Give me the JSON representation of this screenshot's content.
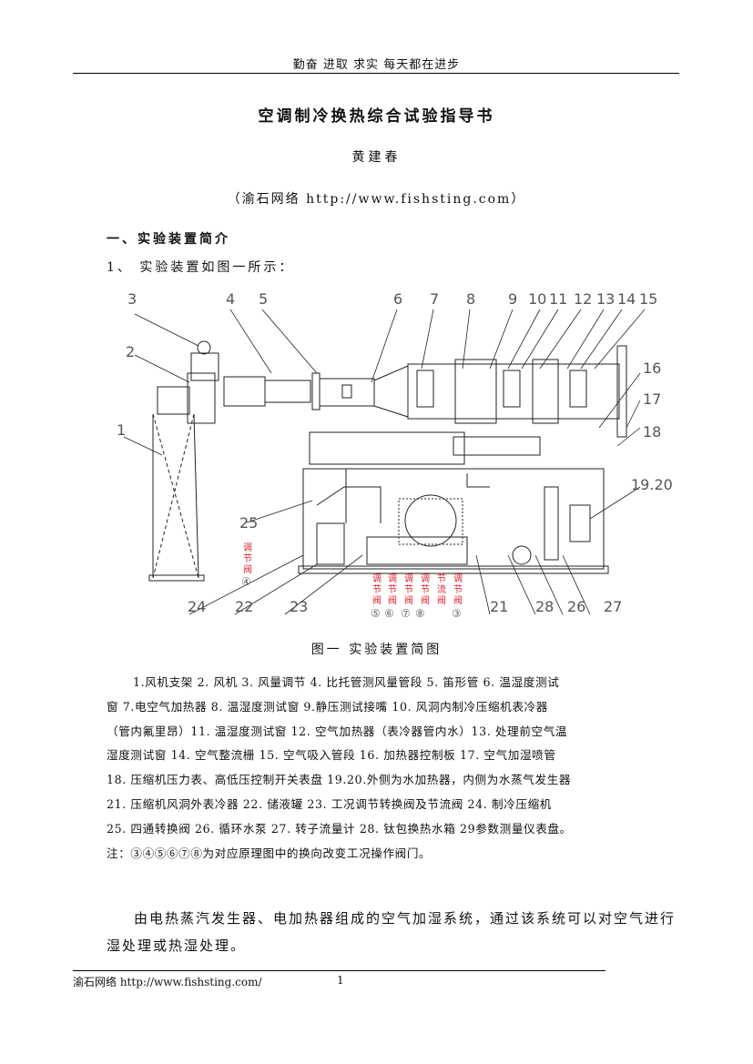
{
  "header": {
    "motto": "勤奋 进取 求实 每天都在进步"
  },
  "document": {
    "title": "空调制冷换热综合试验指导书",
    "author": "黄建春",
    "source": "（渝石网络 http://www.fishsting.com）",
    "section_heading": "一、实验装置简介",
    "subsection": "1、 实验装置如图一所示：",
    "figure_caption": "图一 实验装置简图",
    "legend_lines": [
      "1.风机支架 2. 风机 3. 风量调节 4. 比托管测风量管段 5. 笛形管 6. 温湿度测试",
      "窗 7.电空气加热器 8. 温湿度测试窗 9.静压测试接嘴 10. 风洞内制冷压缩机表冷器",
      "（管内氟里昂）11. 温湿度测试窗 12. 空气加热器（表冷器管内水）13. 处理前空气温",
      "湿度测试窗 14. 空气整流栅 15. 空气吸入管段 16. 加热器控制板 17. 空气加湿喷管",
      "18. 压缩机压力表、高低压控制开关表盘 19.20.外侧为水加热器，内侧为水蒸气发生器",
      "21. 压缩机风洞外表冷器 22. 储液罐 23. 工况调节转换阀及节流阀 24. 制冷压缩机",
      "25. 四通转换阀 26. 循环水泵 27. 转子流量计 28. 钛包换热水箱 29参数测量仪表盘。",
      "注：③④⑤⑥⑦⑧为对应原理图中的换向改变工况操作阀门。"
    ],
    "paragraph": "由电热蒸汽发生器、电加热器组成的空气加湿系统，通过该系统可以对空气进行湿处理或热湿处理。"
  },
  "figure": {
    "callouts_top": [
      "3",
      "4",
      "5",
      "6",
      "7",
      "8",
      "9",
      "10",
      "11",
      "12",
      "13",
      "14",
      "15"
    ],
    "callouts_left": [
      "2",
      "1"
    ],
    "callouts_right": [
      "16",
      "17",
      "18",
      "19.20"
    ],
    "callouts_bottom": [
      "24",
      "22",
      "23",
      "21",
      "28",
      "26",
      "27"
    ],
    "callout_25": "25",
    "valve_25_chars": [
      "调",
      "节",
      "阀"
    ],
    "valve_25_num": "④",
    "valve_group": [
      {
        "l1": "调",
        "l2": "节",
        "l3": "阀",
        "num": "⑤"
      },
      {
        "l1": "调",
        "l2": "节",
        "l3": "阀",
        "num": "⑥"
      },
      {
        "l1": "调",
        "l2": "节",
        "l3": "阀",
        "num": "⑦"
      },
      {
        "l1": "调",
        "l2": "节",
        "l3": "阀",
        "num": "⑧"
      },
      {
        "l1": "节",
        "l2": "流",
        "l3": "阀",
        "num": ""
      },
      {
        "l1": "调",
        "l2": "节",
        "l3": "阀",
        "num": "③"
      }
    ]
  },
  "footer": {
    "site": "渝石网络 http://www.fishsting.com/",
    "page": "1"
  }
}
